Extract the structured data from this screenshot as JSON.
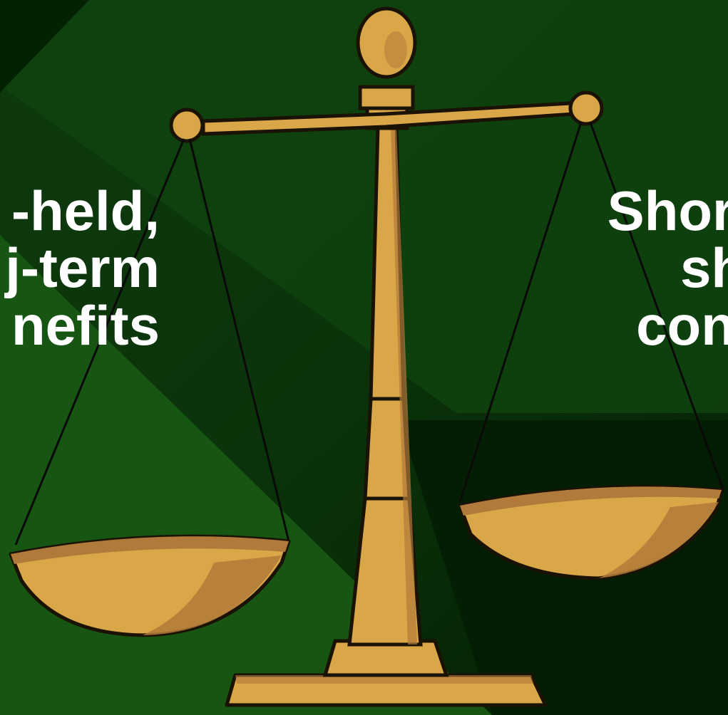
{
  "background": {
    "base_color": "#0c2f0c",
    "light_color": "#1a5a12",
    "dark_color": "#021902"
  },
  "scale_colors": {
    "gold": "#d9a648",
    "gold_light": "#e2b45c",
    "gold_dark": "#b07a3a",
    "outline": "#1a1205"
  },
  "left_caption": {
    "line1": "-held,",
    "line2": "j-term",
    "line3": "nefits"
  },
  "right_caption": {
    "line1": "Shor",
    "line2": "sh",
    "line3": "con"
  },
  "image": {
    "icon": "balance-scale-icon"
  }
}
